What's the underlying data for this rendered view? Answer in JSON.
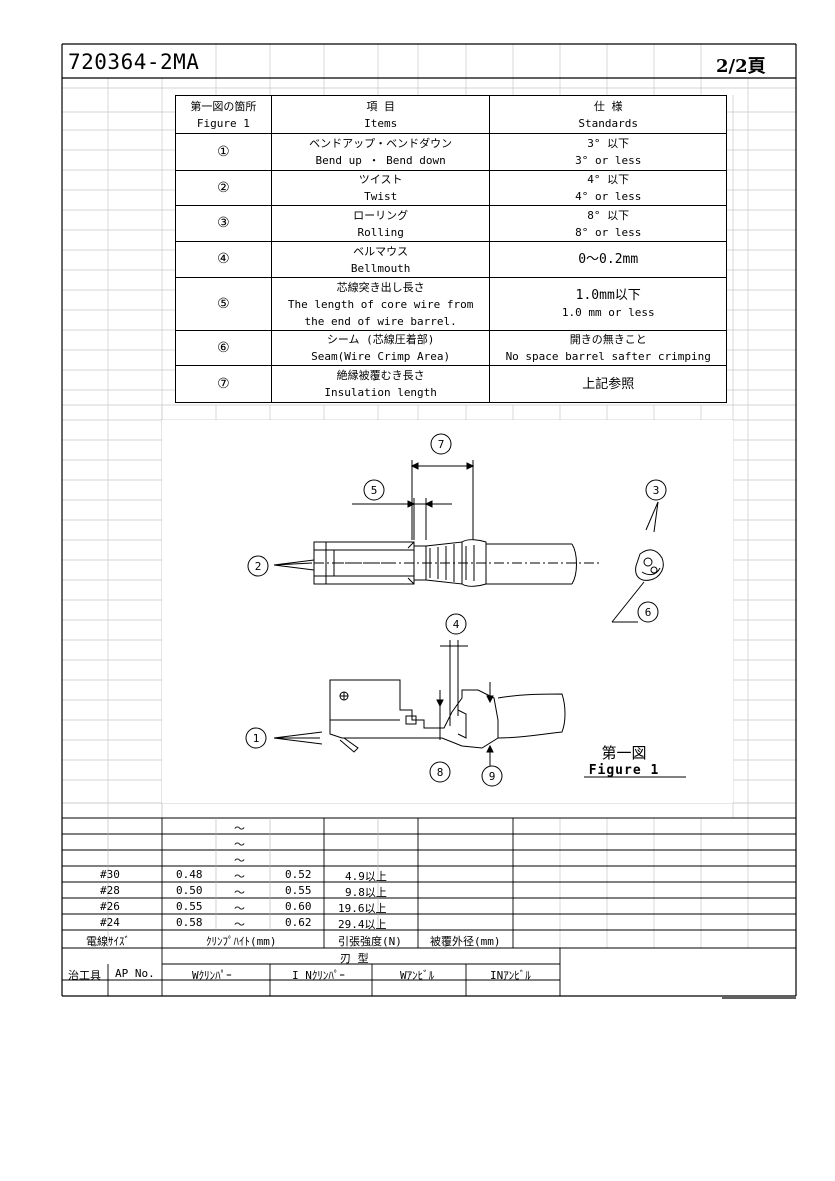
{
  "header": {
    "title": "720364-2MA",
    "page": "2/2頁"
  },
  "spec_table": {
    "headers": [
      {
        "jp": "第一図の箇所",
        "en": "Figure 1"
      },
      {
        "jp": "項 目",
        "en": "Items"
      },
      {
        "jp": "仕 様",
        "en": "Standards"
      }
    ],
    "rows": [
      {
        "no": "①",
        "item_jp": "ベンドアップ・ベンドダウン",
        "item_en": "Bend up ・ Bend down",
        "std_jp": "3° 以下",
        "std_en": "3° or less"
      },
      {
        "no": "②",
        "item_jp": "ツイスト",
        "item_en": "Twist",
        "std_jp": "4° 以下",
        "std_en": "4° or less"
      },
      {
        "no": "③",
        "item_jp": "ローリング",
        "item_en": "Rolling",
        "std_jp": "8° 以下",
        "std_en": "8° or less"
      },
      {
        "no": "④",
        "item_jp": "ベルマウス",
        "item_en": "Bellmouth",
        "std_jp": "0～0.2mm",
        "std_en": ""
      },
      {
        "no": "⑤",
        "item_jp": "芯線突き出し長さ",
        "item_en": "The length of core wire from",
        "item_en2": "the end of wire barrel.",
        "std_jp": "1.0mm以下",
        "std_en": "1.0 mm or less"
      },
      {
        "no": "⑥",
        "item_jp": "シーム (芯線圧着部)",
        "item_en": "Seam(Wire Crimp Area)",
        "std_jp": "開きの無きこと",
        "std_en": "No space barrel safter crimping"
      },
      {
        "no": "⑦",
        "item_jp": "絶縁被覆むき長さ",
        "item_en": "Insulation length",
        "std_jp": "上記参照",
        "std_en": ""
      }
    ]
  },
  "figure": {
    "markers": [
      "1",
      "2",
      "3",
      "4",
      "5",
      "6",
      "7",
      "8",
      "9"
    ],
    "caption_jp": "第一図",
    "caption_en": "Figure 1"
  },
  "wire_table": {
    "tilde": "～",
    "rows": [
      {
        "size": "",
        "min": "",
        "max": "",
        "strength": "",
        "od": ""
      },
      {
        "size": "",
        "min": "",
        "max": "",
        "strength": "",
        "od": ""
      },
      {
        "size": "",
        "min": "",
        "max": "",
        "strength": "",
        "od": ""
      },
      {
        "size": "#30",
        "min": "0.48",
        "max": "0.52",
        "strength": "4.9以上",
        "od": ""
      },
      {
        "size": "#28",
        "min": "0.50",
        "max": "0.55",
        "strength": "9.8以上",
        "od": ""
      },
      {
        "size": "#26",
        "min": "0.55",
        "max": "0.60",
        "strength": "19.6以上",
        "od": ""
      },
      {
        "size": "#24",
        "min": "0.58",
        "max": "0.62",
        "strength": "29.4以上",
        "od": ""
      }
    ],
    "headers": {
      "size": "電線ｻｲｽﾞ",
      "crimp": "ｸﾘﾝﾌﾟﾊｲﾄ(mm)",
      "strength": "引張強度(N)",
      "od": "被覆外径(mm)"
    }
  },
  "tool_table": {
    "blade": "刃 型",
    "headers": {
      "jig": "治工具",
      "ap": "AP No.",
      "wcrimper": "Wｸﾘﾝﾊﾟｰ",
      "incrimper": "I Nｸﾘﾝﾊﾟｰ",
      "wanvil": "Wｱﾝﾋﾞﾙ",
      "inanvil": "INｱﾝﾋﾞﾙ"
    }
  }
}
